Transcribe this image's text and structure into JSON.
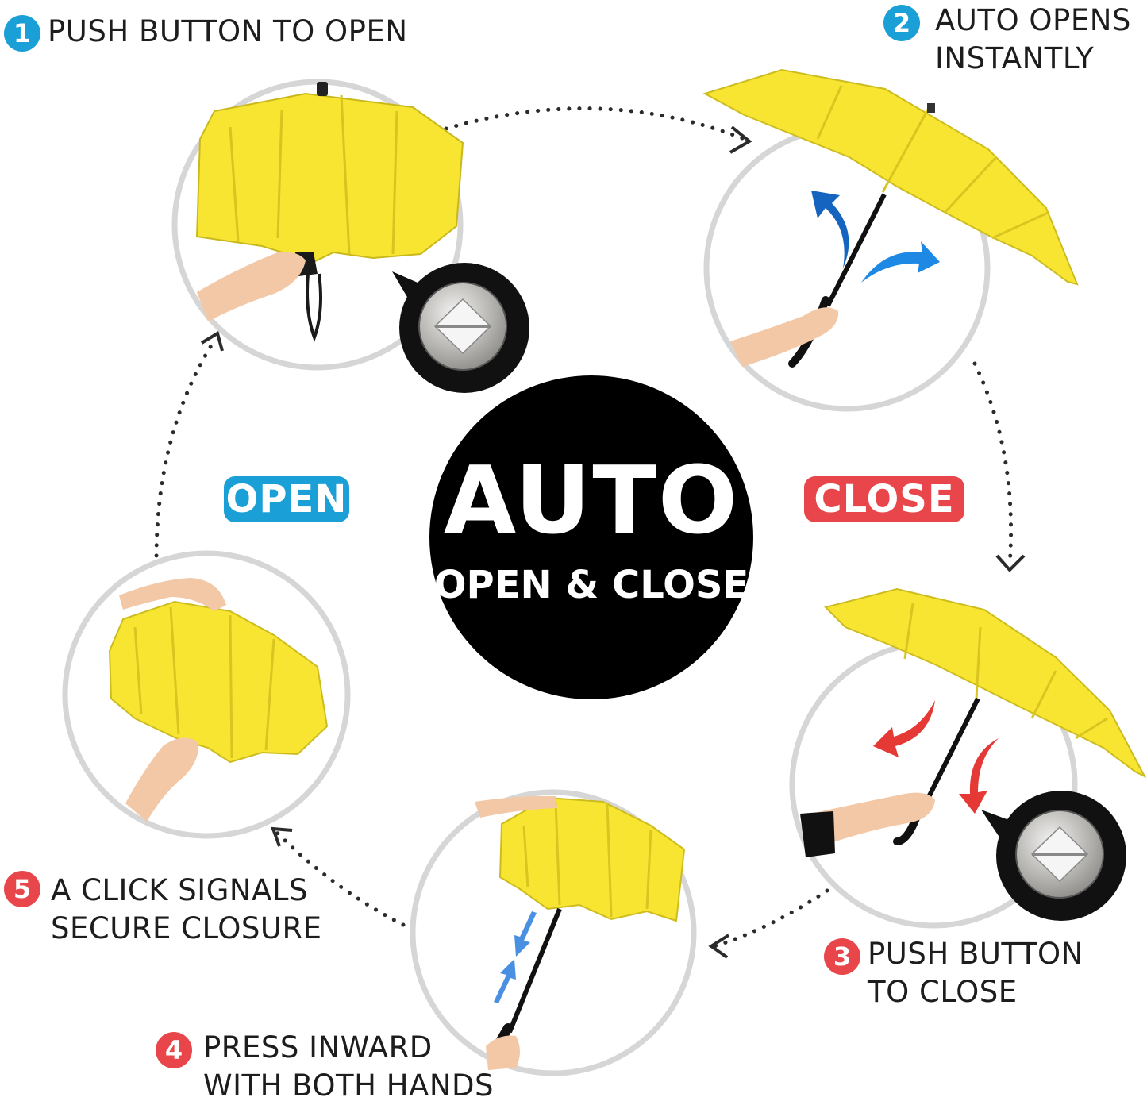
{
  "center": {
    "title": "AUTO",
    "subtitle": "OPEN & CLOSE"
  },
  "phase_labels": {
    "open": "OPEN",
    "close": "CLOSE"
  },
  "colors": {
    "open_blue": "#1a9fd6",
    "close_red": "#e8464a",
    "umbrella_yellow": "#f7e531",
    "motion_arrow_blue": "#1565c0",
    "motion_arrow_red": "#e53935",
    "center_black": "#000000"
  },
  "steps": [
    {
      "number": "1",
      "lines": [
        "PUSH BUTTON  TO OPEN"
      ]
    },
    {
      "number": "2",
      "lines": [
        "AUTO OPENS",
        "INSTANTLY"
      ]
    },
    {
      "number": "3",
      "lines": [
        "PUSH BUTTON",
        "TO CLOSE"
      ]
    },
    {
      "number": "4",
      "lines": [
        "PRESS INWARD",
        "WITH BOTH HANDS"
      ]
    },
    {
      "number": "5",
      "lines": [
        "A CLICK SIGNALS",
        "SECURE CLOSURE"
      ]
    }
  ],
  "icons": {
    "step_1": "closed-umbrella-in-hand",
    "step_2": "open-umbrella-with-up-arrows",
    "step_3": "open-umbrella-with-down-arrows",
    "step_4": "umbrella-pressed-inward",
    "step_5": "umbrella-folding-by-hand",
    "button": "push-button-icon"
  }
}
